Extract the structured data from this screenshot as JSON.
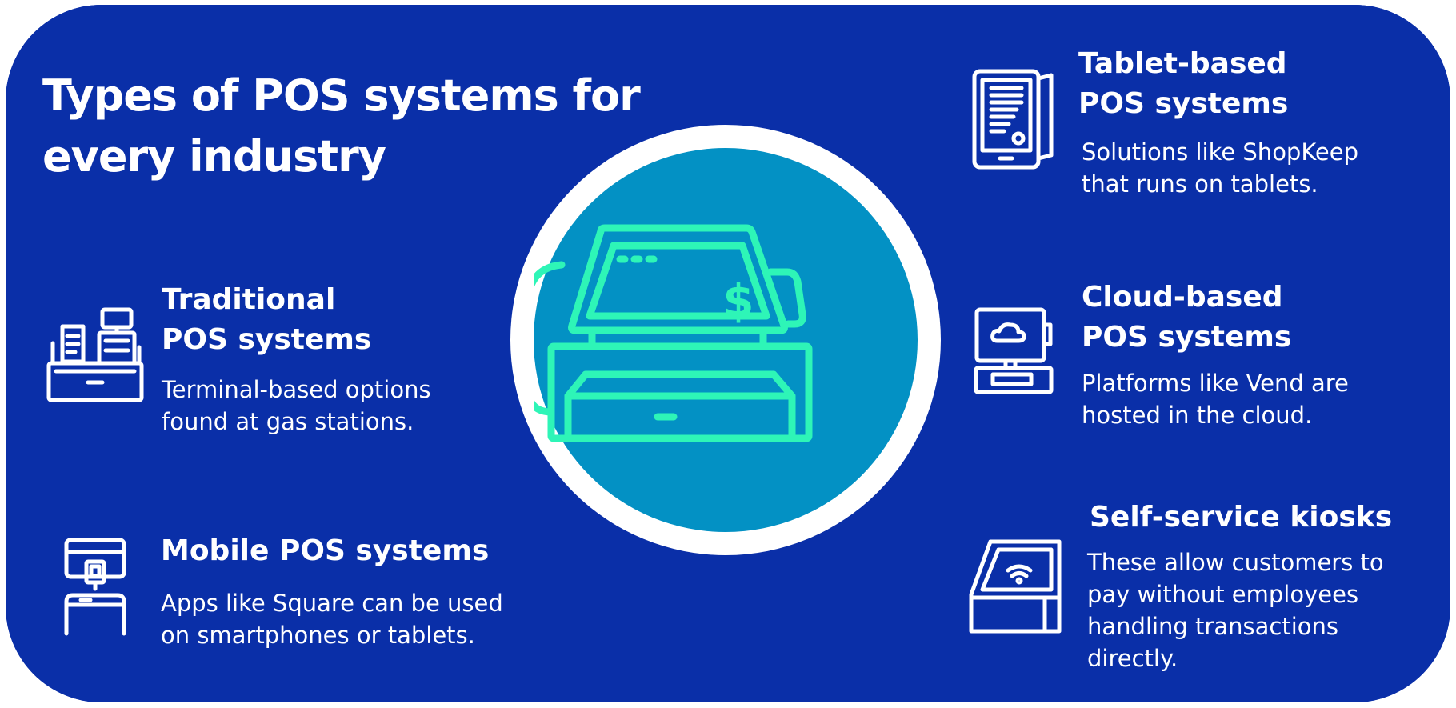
{
  "title": {
    "line1": "Types of POS systems for",
    "line2": "every industry"
  },
  "items": {
    "tablet": {
      "title_line1": "Tablet-based",
      "title_line2": "POS systems",
      "desc_line1": "Solutions like ShopKeep",
      "desc_line2": "that runs on tablets.",
      "icon": "tablet-icon"
    },
    "traditional": {
      "title_line1": "Traditional",
      "title_line2": "POS systems",
      "desc_line1": "Terminal-based options",
      "desc_line2": "found at gas stations.",
      "icon": "cash-register-icon"
    },
    "cloud": {
      "title_line1": "Cloud-based",
      "title_line2": "POS systems",
      "desc_line1": "Platforms like Vend are",
      "desc_line2": "hosted in the cloud.",
      "icon": "cloud-terminal-icon"
    },
    "mobile": {
      "title": "Mobile POS systems",
      "desc_line1": "Apps like Square can be used",
      "desc_line2": "on smartphones or tablets.",
      "icon": "card-reader-icon"
    },
    "kiosk": {
      "title": "Self-service kiosks",
      "desc_line1": "These allow customers to",
      "desc_line2": "pay without employees",
      "desc_line3": "handling transactions",
      "desc_line4": "directly.",
      "icon": "kiosk-icon"
    }
  },
  "hub": {
    "icon": "pos-terminal-icon",
    "symbol": "$"
  },
  "colors": {
    "band": "#0a2fa8",
    "hub": "#0391c4",
    "accent": "#2ef5b7",
    "text": "#ffffff"
  }
}
